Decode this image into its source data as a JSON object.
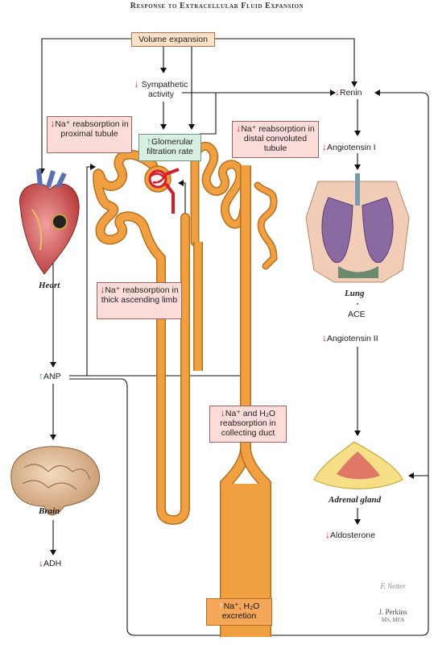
{
  "title": "Response to Extracellular Fluid Expansion",
  "boxes": {
    "volume_expansion": "Volume expansion",
    "sympathetic": "Sympathetic activity",
    "proximal": "Na⁺ reabsorption in proximal tubule",
    "gfr": "Glomerular filtration rate",
    "distal": "Na⁺ reabsorption in distal convoluted tubule",
    "thick_limb": "Na⁺ reabsorption in thick ascending limb",
    "collecting": "Na⁺ and H₂O reabsorption in collecting duct",
    "excretion": "Na⁺, H₂O excretion"
  },
  "right_chain": {
    "renin": "Renin",
    "angiotensin1": "Angiotensin I",
    "lung": "Lung",
    "ace": "ACE",
    "angiotensin2": "Angiotensin II",
    "adrenal": "Adrenal gland",
    "aldosterone": "Aldosterone"
  },
  "left_chain": {
    "heart": "Heart",
    "anp": "ANP",
    "brain": "Brain",
    "adh": "ADH"
  },
  "signature": {
    "name": "J. Perkins",
    "credentials": "MS, MFA",
    "mark": "F. Netter"
  },
  "colors": {
    "decrease_arrow": "#d41c2c",
    "increase_arrow": "#1a9a60",
    "tubule": "#f0a040",
    "box_pink": "#fbdcd8",
    "box_green": "#d9efe2"
  }
}
